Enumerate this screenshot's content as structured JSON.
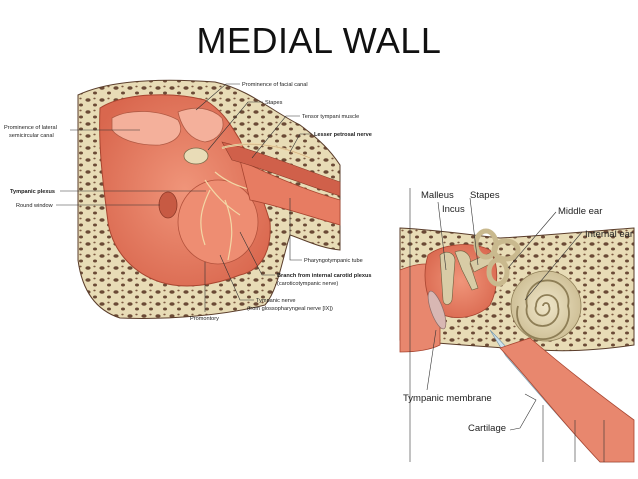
{
  "slide": {
    "title": "MEDIAL WALL"
  },
  "left_diagram": {
    "labels": {
      "facial_canal": "Prominence of facial canal",
      "stapes": "Stapes",
      "tensor_tympani": "Tensor tympani muscle",
      "lesser_petrosal": "Lesser petrosal nerve",
      "lateral_canal_1": "Prominence of lateral",
      "lateral_canal_2": "semicircular canal",
      "tympanic_plexus": "Tympanic plexus",
      "round_window": "Round window",
      "pharyngotympanic": "Pharyngotympanic tube",
      "carotid_branch_1": "Branch from internal carotid plexus",
      "carotid_branch_2": "(caroticotympanic nerve)",
      "tympanic_nerve_1": "Tympanic nerve",
      "tympanic_nerve_2": "(from glossopharyngeal nerve [IX])",
      "promontory": "Promontory"
    }
  },
  "right_diagram": {
    "labels": {
      "malleus": "Malleus",
      "stapes": "Stapes",
      "incus": "Incus",
      "middle_ear": "Middle ear",
      "internal_ear": "Internal ear",
      "tympanic_membrane": "Tympanic membrane",
      "cartilage": "Cartilage"
    }
  },
  "colors": {
    "bone": "#e8dcb6",
    "bone_pore": "#6b4a36",
    "cavity": "#e8876e",
    "mucosa": "#f2a38c",
    "nerve": "#f3d7a6",
    "ossicle": "#d8cca6",
    "tube_wall": "#cfe3ee"
  }
}
